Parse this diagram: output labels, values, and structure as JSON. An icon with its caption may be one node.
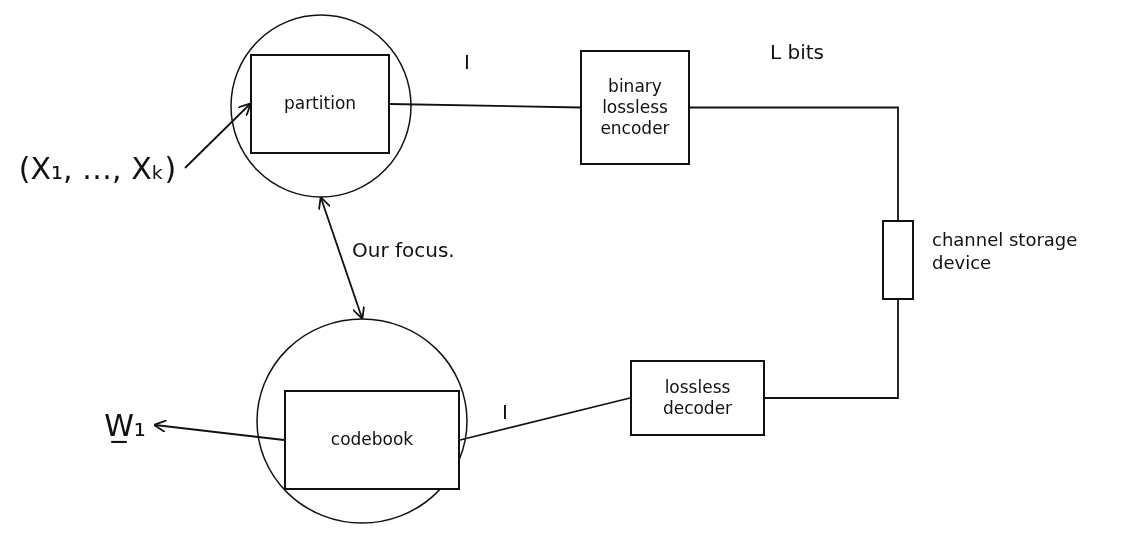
{
  "diagram": {
    "nodes": [
      {
        "text": [
          "(X₁, …, Xₖ)"
        ]
      },
      {
        "text": [],
        "shape": "circle"
      },
      {
        "text": [
          "partition"
        ],
        "in": 1
      },
      {
        "text": [
          "binary lossless encoder"
        ]
      },
      {
        "text": [
          "channel storage device"
        ]
      },
      {
        "text": [
          "lossless decoder"
        ]
      },
      {
        "text": [],
        "shape": "circle"
      },
      {
        "text": [
          "codebook"
        ],
        "in": 6
      },
      {
        "text": [
          "W̲₁"
        ]
      }
    ],
    "edges": [
      {
        "from": 0,
        "to": 2,
        "arrow": "to"
      },
      {
        "from": 2,
        "to": 3,
        "arrow": "none",
        "label": "I"
      },
      {
        "from": 3,
        "to": 4,
        "arrow": "none",
        "label": "L bits"
      },
      {
        "from": 4,
        "to": 5,
        "arrow": "none"
      },
      {
        "from": 5,
        "to": 7,
        "arrow": "none",
        "label": "I"
      },
      {
        "from": 7,
        "to": 8,
        "arrow": "to"
      },
      {
        "from": 1,
        "to": 6,
        "arrow": "both",
        "label": "Our focus."
      }
    ]
  }
}
